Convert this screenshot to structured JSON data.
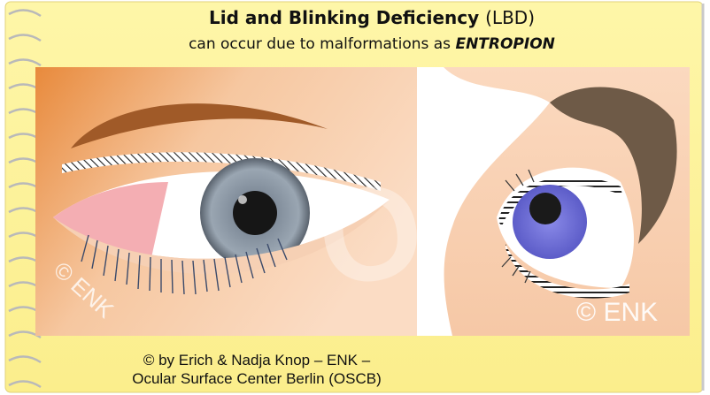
{
  "title": {
    "line1_main": "Lid and Blinking Deficiency",
    "line1_abbr": "(LBD)",
    "line2_prefix": "can occur due to malformations as",
    "line2_term": "ENTROPION"
  },
  "watermark": {
    "left": "© ENK",
    "right": "© ENK",
    "background_letters": "OSCB"
  },
  "credit": {
    "line1": "© by Erich & Nadja Knop – ENK –",
    "line2": "Ocular Surface Center Berlin (OSCB)"
  },
  "colors": {
    "paper": "#fdf39a",
    "skin_left": "#f2b98a",
    "skin_right": "#f8d3b4",
    "iris_left": "#8d9aa8",
    "iris_right": "#6f6fd8",
    "pupil": "#1a1a1a",
    "conjunctiva": "#f2a0a6"
  }
}
